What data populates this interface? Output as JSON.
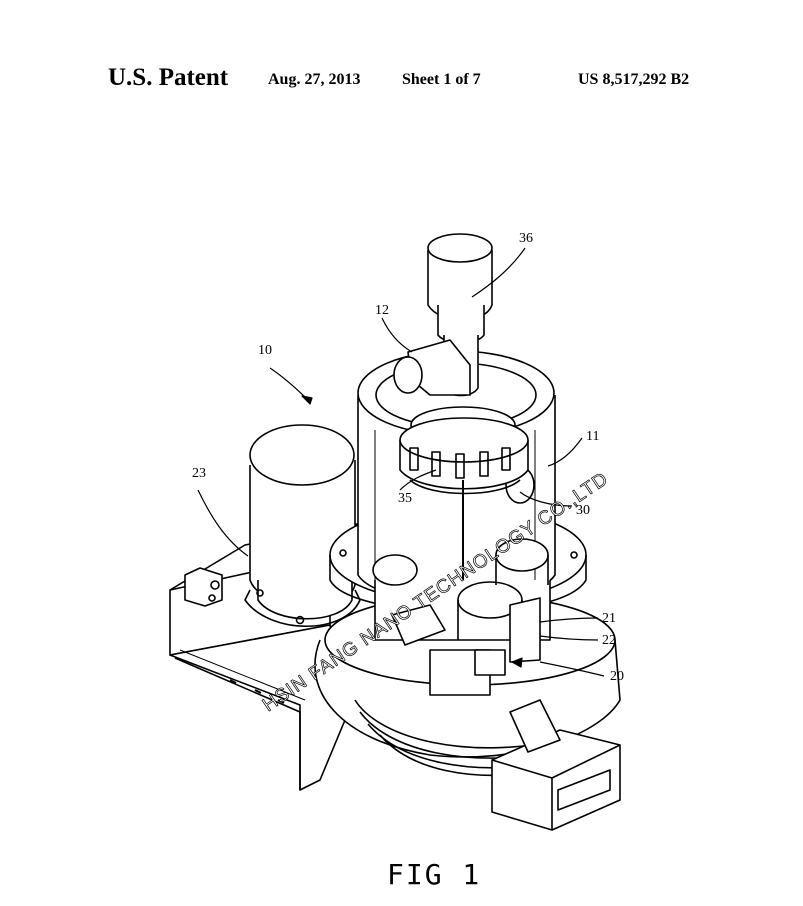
{
  "header": {
    "left": "U.S. Patent",
    "date": "Aug. 27, 2013",
    "sheet": "Sheet 1 of 7",
    "number": "US 8,517,292 B2"
  },
  "watermark": "HSIN FANG NANO TECHNOLOGY CO.,LTD",
  "reference_numerals": [
    "36",
    "12",
    "10",
    "11",
    "23",
    "35",
    "30",
    "21",
    "22",
    "20"
  ],
  "figure_label": "FIG  1"
}
